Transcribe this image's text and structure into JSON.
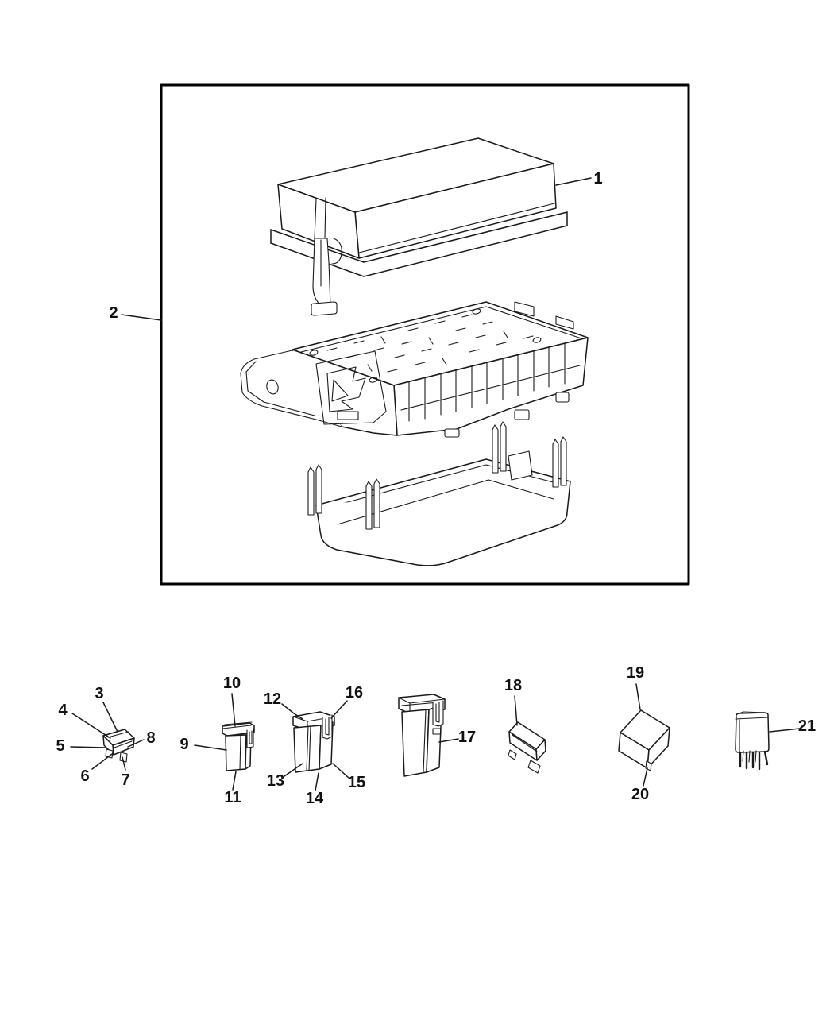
{
  "figure": {
    "kind": "exploded-parts-diagram",
    "colors": {
      "line": "#1a1a1a",
      "border": "#000000",
      "background": "#ffffff",
      "label": "#111111"
    }
  },
  "callouts": {
    "c1": "1",
    "c2": "2",
    "c3": "3",
    "c4": "4",
    "c5": "5",
    "c6": "6",
    "c7": "7",
    "c8": "8",
    "c9": "9",
    "c10": "10",
    "c11": "11",
    "c12": "12",
    "c13": "13",
    "c14": "14",
    "c15": "15",
    "c16": "16",
    "c17": "17",
    "c18": "18",
    "c19": "19",
    "c20": "20",
    "c21": "21"
  }
}
